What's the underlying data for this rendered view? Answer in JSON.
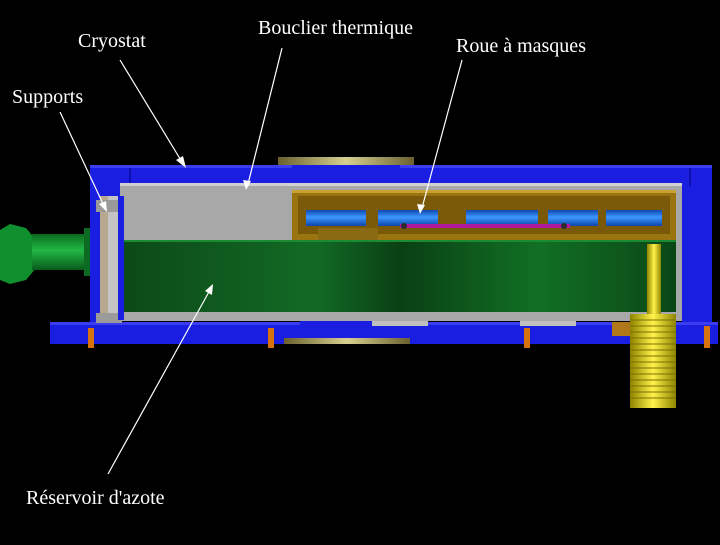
{
  "labels": {
    "cryostat": "Cryostat",
    "bouclier": "Bouclier thermique",
    "roue": "Roue à masques",
    "supports": "Supports",
    "reservoir": "Réservoir d'azote"
  },
  "colors": {
    "background": "#000000",
    "cryostat_blue": "#1a1ee0",
    "shield_gray": "#a8a8a8",
    "wheel_bronze": "#9a7410",
    "wheel_blue": "#1d72d8",
    "tank_green": "#0b5a1c",
    "connector_green": "#0f8f2d",
    "feedthrough_yellow": "#c8c010",
    "bolt_orange": "#d8720f",
    "label_text": "#ffffff"
  }
}
